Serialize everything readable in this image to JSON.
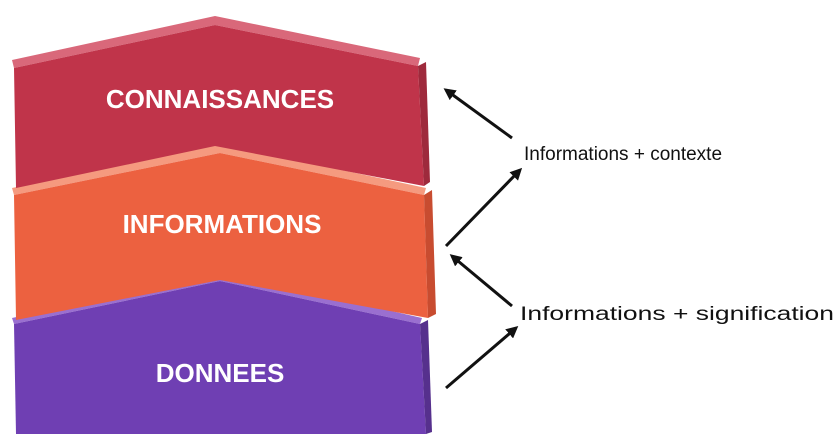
{
  "layers": [
    {
      "label": "CONNAISSANCES",
      "color": "#c0344a",
      "top_color": "#d9687a",
      "side_color": "#9e2a3c"
    },
    {
      "label": "INFORMATIONS",
      "color": "#ec6140",
      "top_color": "#f59a7f",
      "side_color": "#c84c30"
    },
    {
      "label": "DONNEES",
      "color": "#6f3fb3",
      "top_color": "#9a6fd0",
      "side_color": "#56308d"
    }
  ],
  "annotations": {
    "upper": "Informations + contexte",
    "lower": "Informations + signification"
  },
  "arrow_color": "#111111"
}
